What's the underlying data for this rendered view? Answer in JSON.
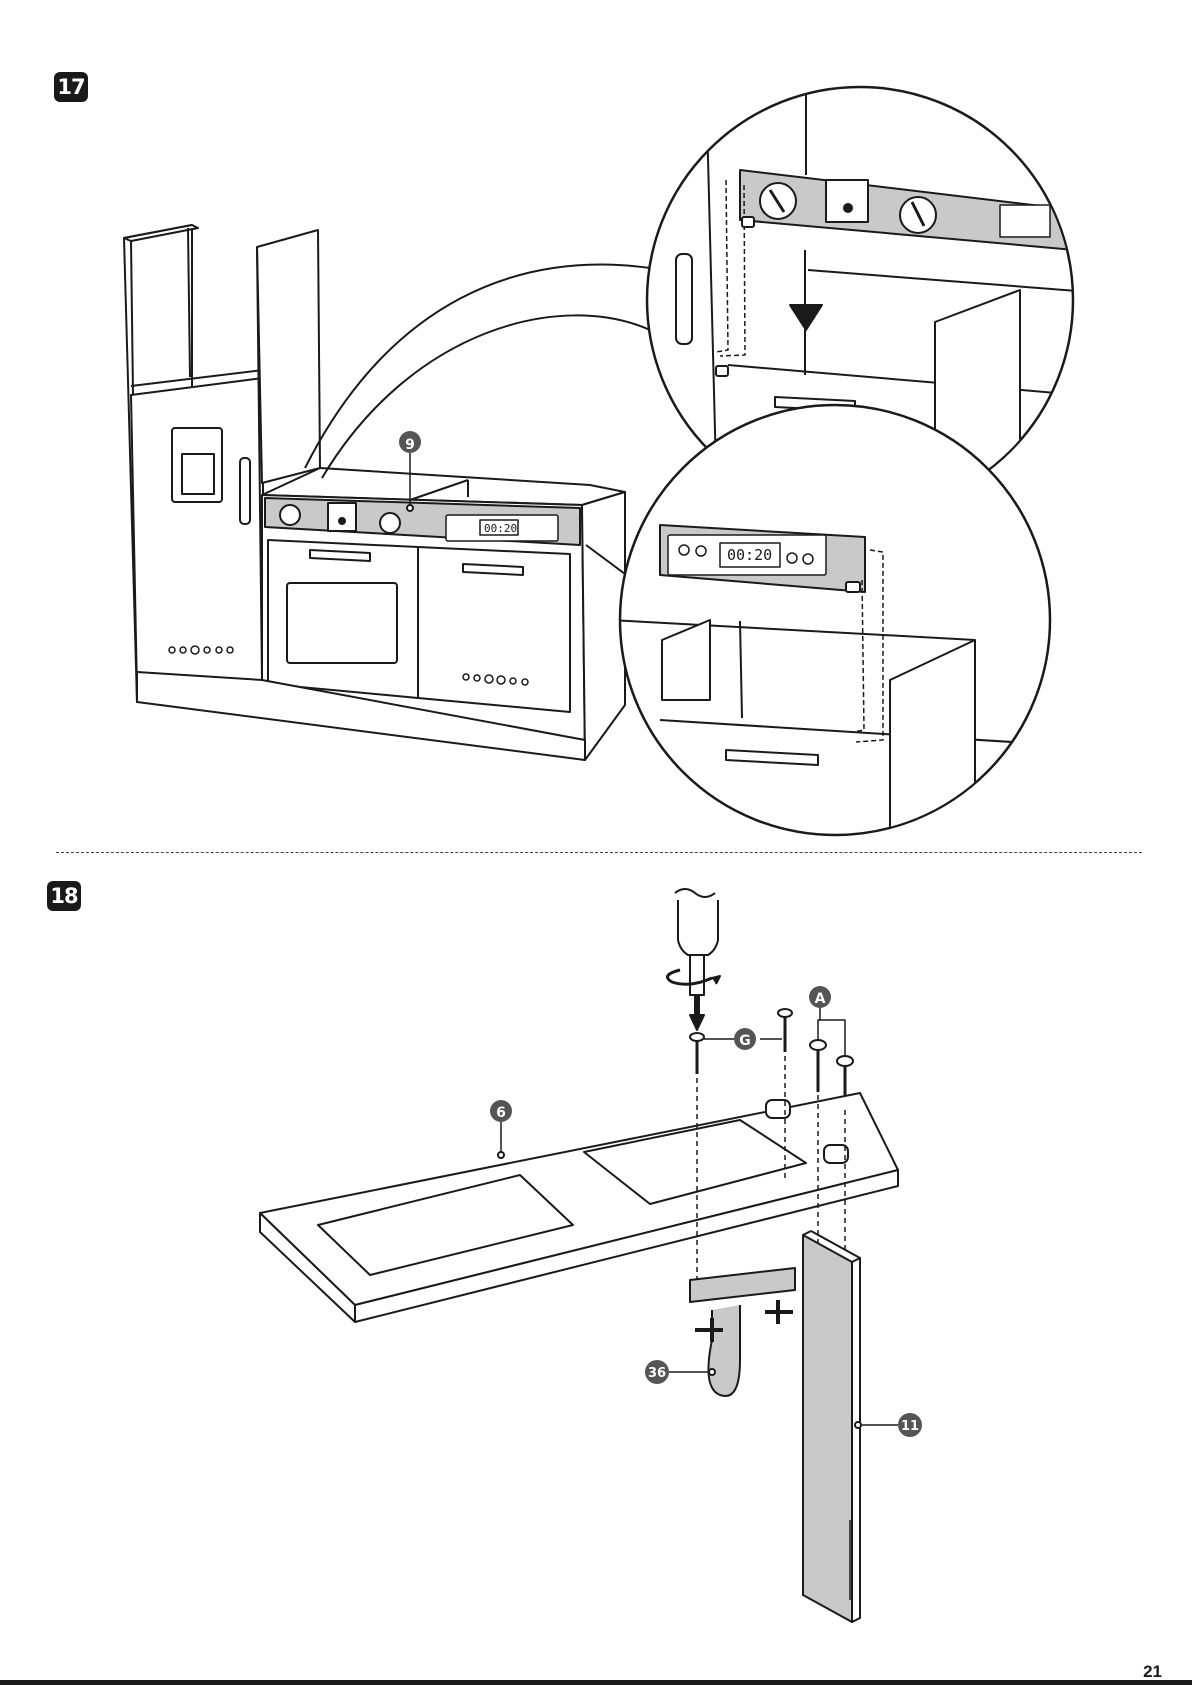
{
  "page": {
    "number": "21"
  },
  "steps": [
    {
      "number": "17",
      "parts": [
        {
          "label": "9",
          "part": "control-panel"
        }
      ],
      "timer_display": "00:20"
    },
    {
      "number": "18",
      "parts": [
        {
          "label": "6",
          "part": "countertop"
        },
        {
          "label": "G",
          "part": "short-screw"
        },
        {
          "label": "A",
          "part": "long-screw"
        },
        {
          "label": "36",
          "part": "faucet"
        },
        {
          "label": "11",
          "part": "side-panel"
        }
      ]
    }
  ]
}
